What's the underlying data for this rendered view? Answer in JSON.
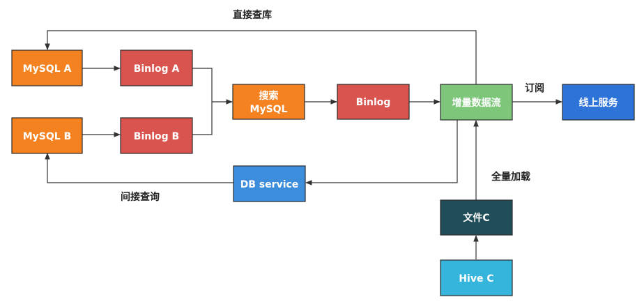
{
  "nodes": {
    "mysql_a": {
      "label": "MySQL A",
      "color": "#F58220"
    },
    "mysql_b": {
      "label": "MySQL B",
      "color": "#F58220"
    },
    "binlog_a": {
      "label": "Binlog A",
      "color": "#D9534F"
    },
    "binlog_b": {
      "label": "Binlog B",
      "color": "#D9534F"
    },
    "search_mysql": {
      "label_line1": "搜索",
      "label_line2": "MySQL",
      "color": "#F58220"
    },
    "binlog": {
      "label": "Binlog",
      "color": "#D9534F"
    },
    "incremental": {
      "label": "增量数据流",
      "color": "#7DC67A"
    },
    "online": {
      "label": "线上服务",
      "color": "#2E74D8"
    },
    "db_service": {
      "label": "DB service",
      "color": "#3C8DDC"
    },
    "file_c": {
      "label": "文件C",
      "color": "#1F4E5A"
    },
    "hive_c": {
      "label": "Hive C",
      "color": "#35B5DC"
    }
  },
  "edge_labels": {
    "direct_query": "直接查库",
    "indirect_query": "间接查询",
    "subscribe": "订阅",
    "full_load": "全量加载"
  }
}
